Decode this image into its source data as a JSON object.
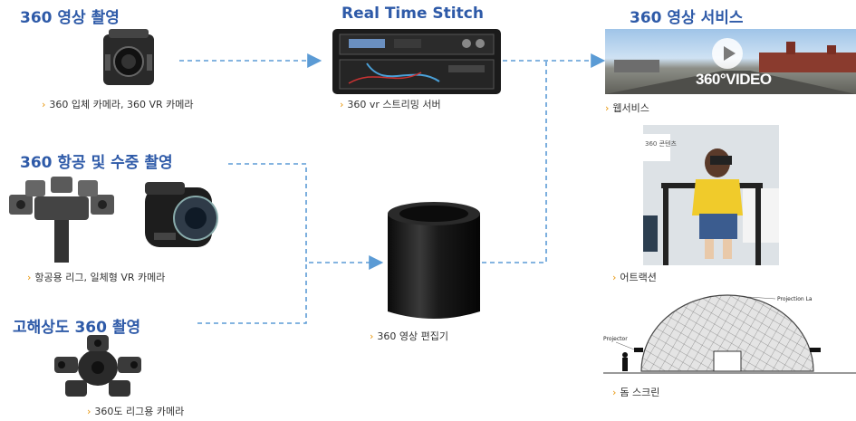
{
  "headings": {
    "capture": "360 영상 촬영",
    "stitch": "Real Time Stitch",
    "service": "360 영상 서비스",
    "aerial": "360 항공 및 수중 촬영",
    "hires": "고해상도 360 촬영"
  },
  "captions": {
    "stereo_camera": "360 입체 카메라, 360 VR 카메라",
    "streaming_server": "360 vr 스트리밍 서버",
    "web_service": "웹서비스",
    "aerial_rig": "항공용 리그, 일체형 VR 카메라",
    "attraction": "어트랙션",
    "editor": "360 영상 편집기",
    "dome": "돔 스크린",
    "rig_camera": "360도 리그용 카메라"
  },
  "thumbnail_text": "360°VIDEO",
  "booth_text": "360 콘텐츠",
  "dome_labels": {
    "projector": "Projector",
    "projection": "Projection La"
  },
  "colors": {
    "heading": "#2e5aa8",
    "arrow": "#5b9bd5",
    "bullet": "#e8960c"
  },
  "icons": {
    "bullet": "›"
  }
}
